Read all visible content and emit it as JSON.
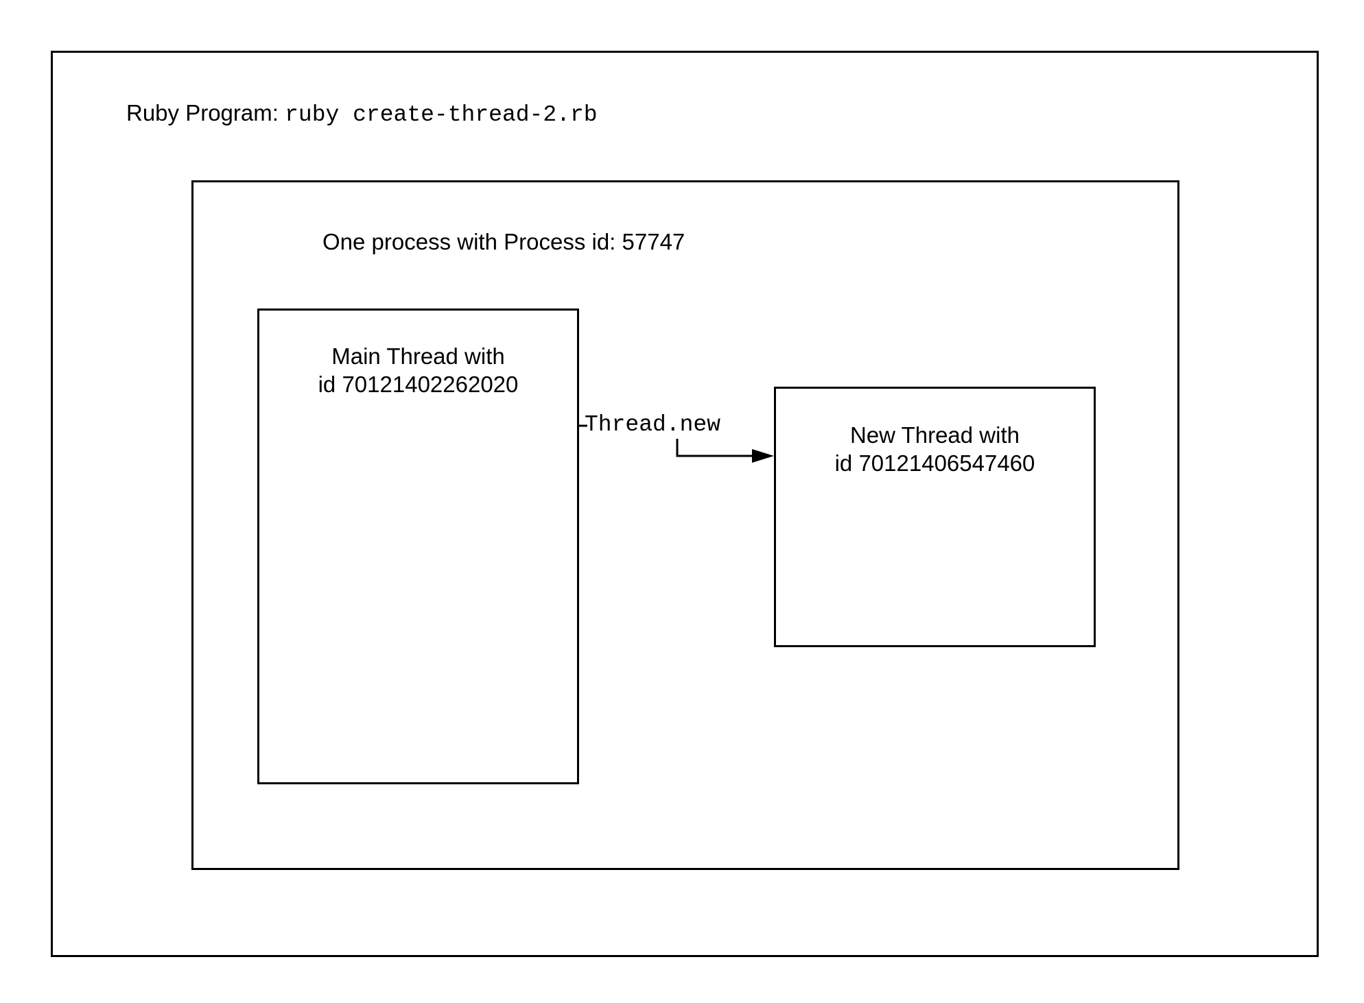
{
  "program": {
    "label_prefix": "Ruby Program: ",
    "command": "ruby create-thread-2.rb"
  },
  "process": {
    "label": "One process with Process id: 57747"
  },
  "main_thread": {
    "line1": "Main Thread with",
    "line2": "id 70121402262020"
  },
  "new_thread": {
    "line1": "New Thread with",
    "line2": "id 70121406547460"
  },
  "connector": {
    "label": "Thread.new"
  },
  "colors": {
    "stroke": "#000000",
    "background": "#ffffff"
  }
}
